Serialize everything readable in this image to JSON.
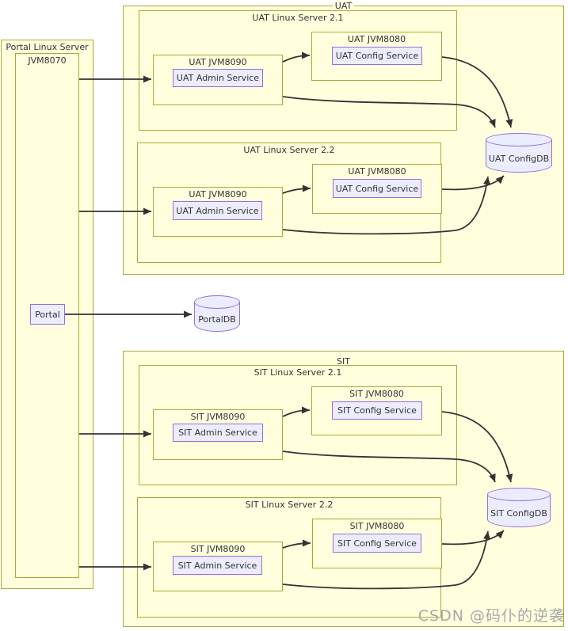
{
  "colors": {
    "canvas_bg": "#ffffff",
    "container_fill": "#ffffde",
    "container_border": "#aaaa33",
    "node_fill": "#ececff",
    "node_border": "#9370db",
    "edge_color": "#333333",
    "text_color": "#333333",
    "watermark_color": "#a8a8a8"
  },
  "portal": {
    "server_label": "Portal Linux Server",
    "jvm_label": "JVM8070",
    "app_label": "Portal",
    "db_label": "PortalDB"
  },
  "uat": {
    "group_label": "UAT",
    "db_label": "UAT ConfigDB",
    "servers": [
      {
        "label": "UAT Linux Server 2.1",
        "jvm8090_label": "UAT JVM8090",
        "admin_service_label": "UAT Admin Service",
        "jvm8080_label": "UAT JVM8080",
        "config_service_label": "UAT Config Service"
      },
      {
        "label": "UAT Linux Server 2.2",
        "jvm8090_label": "UAT JVM8090",
        "admin_service_label": "UAT Admin Service",
        "jvm8080_label": "UAT JVM8080",
        "config_service_label": "UAT Config Service"
      }
    ]
  },
  "sit": {
    "group_label": "SIT",
    "db_label": "SIT ConfigDB",
    "servers": [
      {
        "label": "SIT Linux Server 2.1",
        "jvm8090_label": "SIT JVM8090",
        "admin_service_label": "SIT Admin Service",
        "jvm8080_label": "SIT JVM8080",
        "config_service_label": "SIT Config Service"
      },
      {
        "label": "SIT Linux Server 2.2",
        "jvm8090_label": "SIT JVM8090",
        "admin_service_label": "SIT Admin Service",
        "jvm8080_label": "SIT JVM8080",
        "config_service_label": "SIT Config Service"
      }
    ]
  },
  "watermark": "CSDN @码仆的逆袭"
}
